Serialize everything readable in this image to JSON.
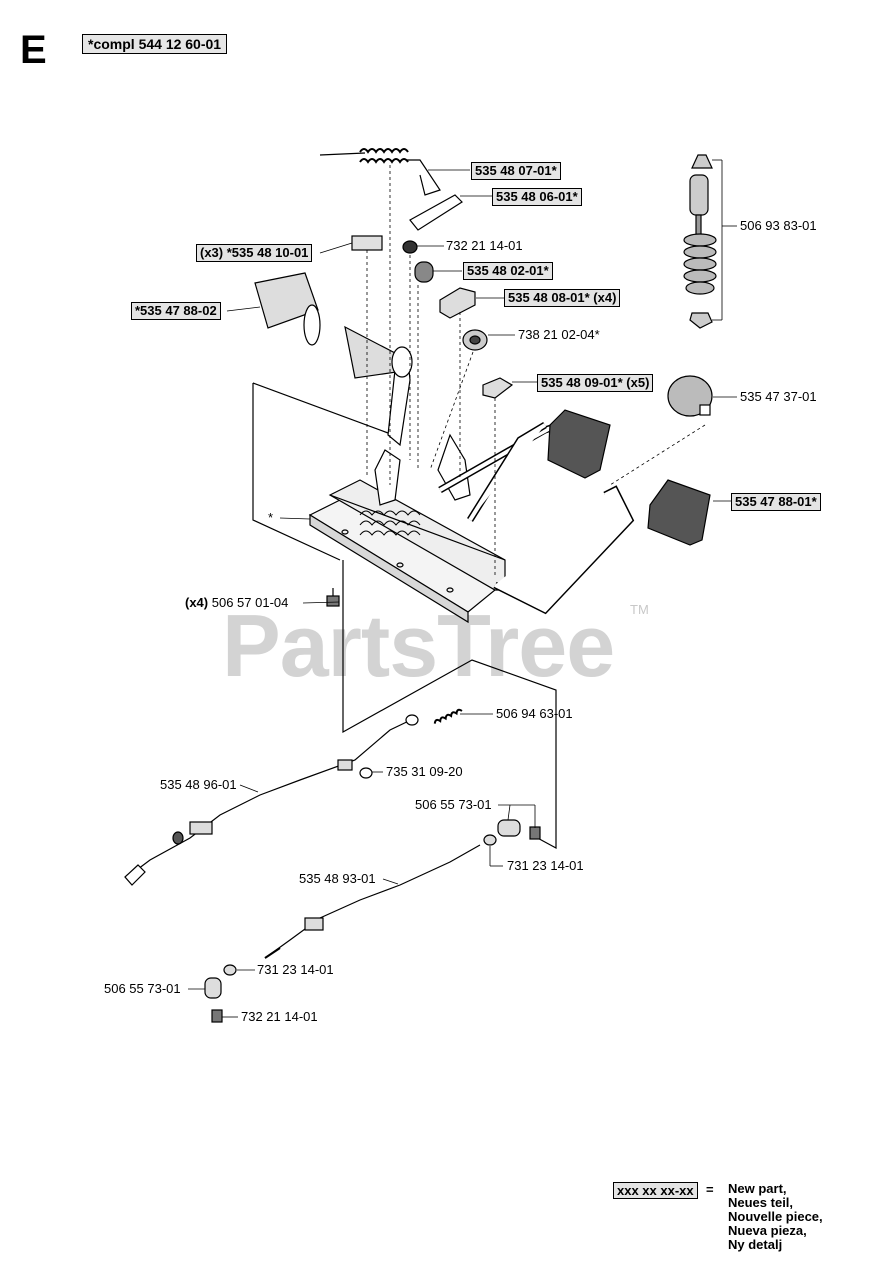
{
  "header": {
    "section_letter": "E",
    "assembly_label": "*compl 544 12 60-01"
  },
  "watermark": {
    "text": "PartsTree",
    "tm": "TM"
  },
  "callouts": {
    "p1": {
      "text": "535 48 07-01*",
      "boxed": true
    },
    "p2": {
      "text": "535 48 06-01*",
      "boxed": true
    },
    "p3": {
      "text": "(x3) *535 48 10-01",
      "boxed": true
    },
    "p4": {
      "text": "732 21 14-01",
      "boxed": false
    },
    "p5": {
      "text": "535 48 02-01*",
      "boxed": true
    },
    "p6": {
      "text": "*535 47 88-02",
      "boxed": true
    },
    "p7": {
      "text": "535 48 08-01* (x4)",
      "boxed": true
    },
    "p8": {
      "text": "738 21 02-04*",
      "boxed": false
    },
    "p9": {
      "text": "535 48 09-01* (x5)",
      "boxed": true
    },
    "p10": {
      "text": "506 93 83-01",
      "boxed": false
    },
    "p11": {
      "text": "535 47 37-01",
      "boxed": false
    },
    "p12": {
      "text": "535 47 88-01*",
      "boxed": true
    },
    "p13": {
      "text": "*",
      "boxed": false
    },
    "p14": {
      "qty": "(x4)",
      "text": "506 57 01-04",
      "boxed": false
    },
    "p15": {
      "text": "506 94 63-01",
      "boxed": false
    },
    "p16": {
      "text": "535 48 96-01",
      "boxed": false
    },
    "p17": {
      "text": "735 31 09-20",
      "boxed": false
    },
    "p18": {
      "text": "506 55 73-01",
      "boxed": false
    },
    "p19": {
      "text": "731 23 14-01",
      "boxed": false
    },
    "p20": {
      "text": "535 48 93-01",
      "boxed": false
    },
    "p21": {
      "text": "731 23 14-01",
      "boxed": false
    },
    "p22": {
      "text": "506 55 73-01",
      "boxed": false
    },
    "p23": {
      "text": "732 21 14-01",
      "boxed": false
    }
  },
  "legend": {
    "sample": "xxx xx xx-xx",
    "equals": "=",
    "lines": [
      "New part,",
      "Neues teil,",
      "Nouvelle piece,",
      "Nueva pieza,",
      "Ny detalj"
    ]
  }
}
